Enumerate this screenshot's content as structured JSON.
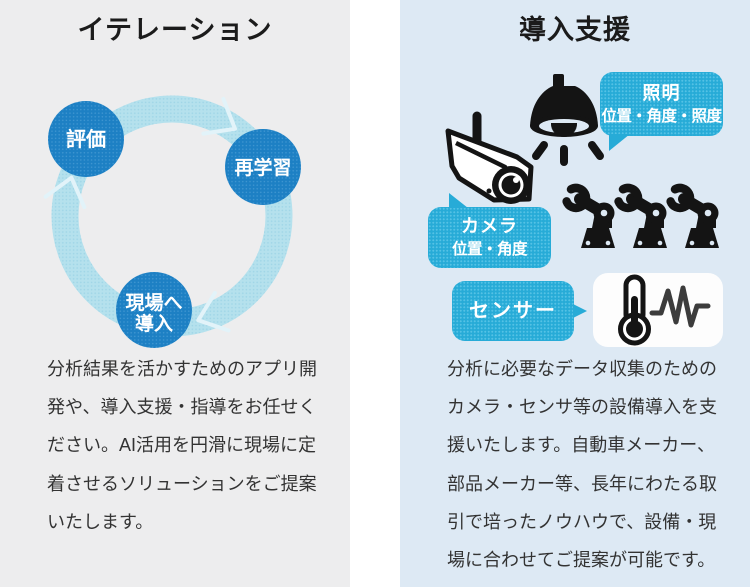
{
  "colors": {
    "left_panel_bg": "#ededee",
    "right_panel_bg": "#dde9f4",
    "cycle_circle_blue": "#1d80c4",
    "cycle_ring_blue": "#b4e0ec",
    "callout_cyan": "#27abd7",
    "icon_black": "#141414",
    "title_text": "#1b1b1b",
    "body_text": "#333333"
  },
  "left_panel": {
    "title": "イテレーション",
    "cycle_steps": [
      {
        "label": "評価"
      },
      {
        "label": "再学習"
      },
      {
        "label": "現場へ",
        "label2": "導入"
      }
    ],
    "description": "分析結果を活かすためのアプリ開発や、導入支援・指導をお任せください。AI活用を円滑に現場に定着させるソリューションをご提案いたします。"
  },
  "right_panel": {
    "title": "導入支援",
    "callouts": {
      "light": {
        "line1": "照明",
        "line2": "位置・角度・照度"
      },
      "camera": {
        "line1": "カメラ",
        "line2": "位置・角度"
      },
      "sensor": {
        "line1": "センサー"
      }
    },
    "icons": [
      {
        "name": "pendant-light-icon"
      },
      {
        "name": "security-camera-icon"
      },
      {
        "name": "robot-arms-icon"
      },
      {
        "name": "thermometer-waveform-icon"
      }
    ],
    "description": "分析に必要なデータ収集のためのカメラ・センサ等の設備導入を支援いたします。自動車メーカー、部品メーカー等、長年にわたる取引で培ったノウハウで、設備・現場に合わせてご提案が可能です。"
  }
}
